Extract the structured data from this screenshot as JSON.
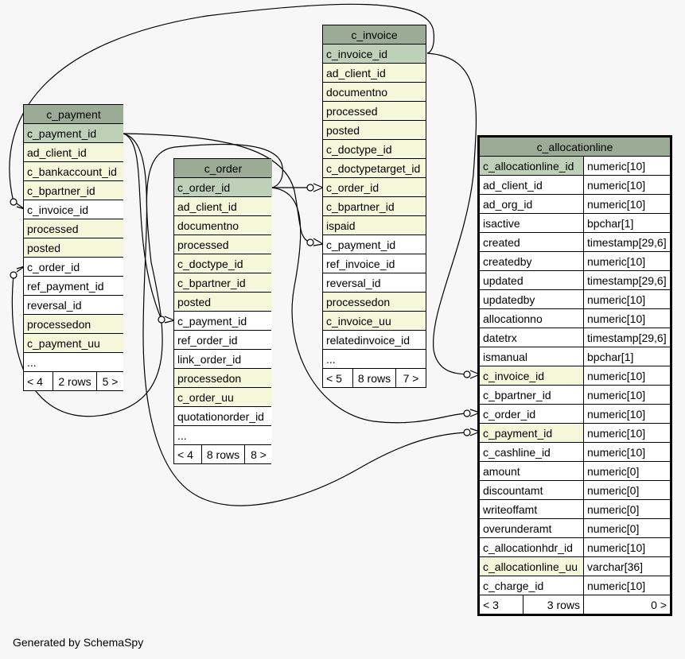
{
  "footer": "Generated by SchemaSpy",
  "tables": {
    "c_payment": {
      "name": "c_payment",
      "columns": [
        "c_payment_id",
        "ad_client_id",
        "c_bankaccount_id",
        "c_bpartner_id",
        "c_invoice_id",
        "processed",
        "posted",
        "c_order_id",
        "ref_payment_id",
        "reversal_id",
        "processedon",
        "c_payment_uu",
        "..."
      ],
      "footer": [
        "< 4",
        "2 rows",
        "5 >"
      ]
    },
    "c_order": {
      "name": "c_order",
      "columns": [
        "c_order_id",
        "ad_client_id",
        "documentno",
        "processed",
        "c_doctype_id",
        "c_bpartner_id",
        "posted",
        "c_payment_id",
        "ref_order_id",
        "link_order_id",
        "processedon",
        "c_order_uu",
        "quotationorder_id",
        "..."
      ],
      "footer": [
        "< 4",
        "8 rows",
        "8 >"
      ]
    },
    "c_invoice": {
      "name": "c_invoice",
      "columns": [
        "c_invoice_id",
        "ad_client_id",
        "documentno",
        "processed",
        "posted",
        "c_doctype_id",
        "c_doctypetarget_id",
        "c_order_id",
        "c_bpartner_id",
        "ispaid",
        "c_payment_id",
        "ref_invoice_id",
        "reversal_id",
        "processedon",
        "c_invoice_uu",
        "relatedinvoice_id",
        "..."
      ],
      "footer": [
        "< 5",
        "8 rows",
        "7 >"
      ]
    },
    "c_allocationline": {
      "name": "c_allocationline",
      "columns": [
        [
          "c_allocationline_id",
          "numeric[10]"
        ],
        [
          "ad_client_id",
          "numeric[10]"
        ],
        [
          "ad_org_id",
          "numeric[10]"
        ],
        [
          "isactive",
          "bpchar[1]"
        ],
        [
          "created",
          "timestamp[29,6]"
        ],
        [
          "createdby",
          "numeric[10]"
        ],
        [
          "updated",
          "timestamp[29,6]"
        ],
        [
          "updatedby",
          "numeric[10]"
        ],
        [
          "allocationno",
          "numeric[10]"
        ],
        [
          "datetrx",
          "timestamp[29,6]"
        ],
        [
          "ismanual",
          "bpchar[1]"
        ],
        [
          "c_invoice_id",
          "numeric[10]"
        ],
        [
          "c_bpartner_id",
          "numeric[10]"
        ],
        [
          "c_order_id",
          "numeric[10]"
        ],
        [
          "c_payment_id",
          "numeric[10]"
        ],
        [
          "c_cashline_id",
          "numeric[10]"
        ],
        [
          "amount",
          "numeric[0]"
        ],
        [
          "discountamt",
          "numeric[0]"
        ],
        [
          "writeoffamt",
          "numeric[0]"
        ],
        [
          "overunderamt",
          "numeric[0]"
        ],
        [
          "c_allocationhdr_id",
          "numeric[10]"
        ],
        [
          "c_allocationline_uu",
          "varchar[36]"
        ],
        [
          "c_charge_id",
          "numeric[10]"
        ]
      ],
      "footer": [
        "< 3",
        "3 rows",
        "0 >"
      ]
    }
  }
}
